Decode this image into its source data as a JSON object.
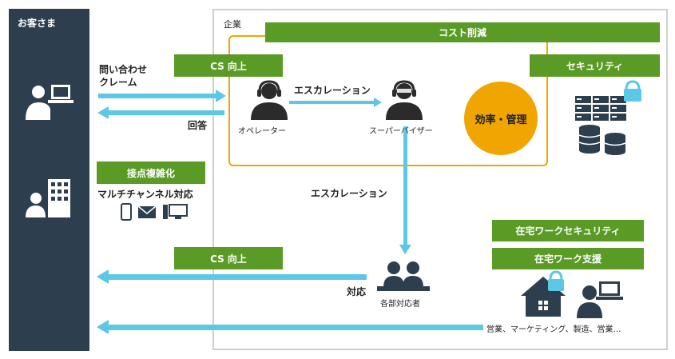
{
  "customer": {
    "title": "お客さま"
  },
  "company": {
    "title": "企業"
  },
  "bars": {
    "cost_reduction": "コスト削減",
    "cs_up_top": "CS 向上",
    "security": "セキュリティ",
    "contact_diversification": "接点複雑化",
    "cs_up_bottom": "CS 向上",
    "wfh_security": "在宅ワークセキュリティ",
    "wfh_support": "在宅ワーク支援"
  },
  "labels": {
    "inquiry_line1": "問い合わせ",
    "inquiry_line2": "クレーム",
    "reply": "回答",
    "operator": "オペレーター",
    "escalation_top": "エスカレーション",
    "supervisor": "スーパーバイザー",
    "efficiency": "効率・管理",
    "multichannel": "マルチチャンネル対応",
    "escalation_mid": "エスカレーション",
    "response": "対応",
    "departments": "各部対応者",
    "business": "営業、マーケティング、製造、営業…"
  },
  "colors": {
    "navy": "#2d3e4f",
    "green": "#5a9b26",
    "cyan": "#5bc8e6",
    "orange": "#f0a500",
    "dark": "#2b2b2b"
  }
}
